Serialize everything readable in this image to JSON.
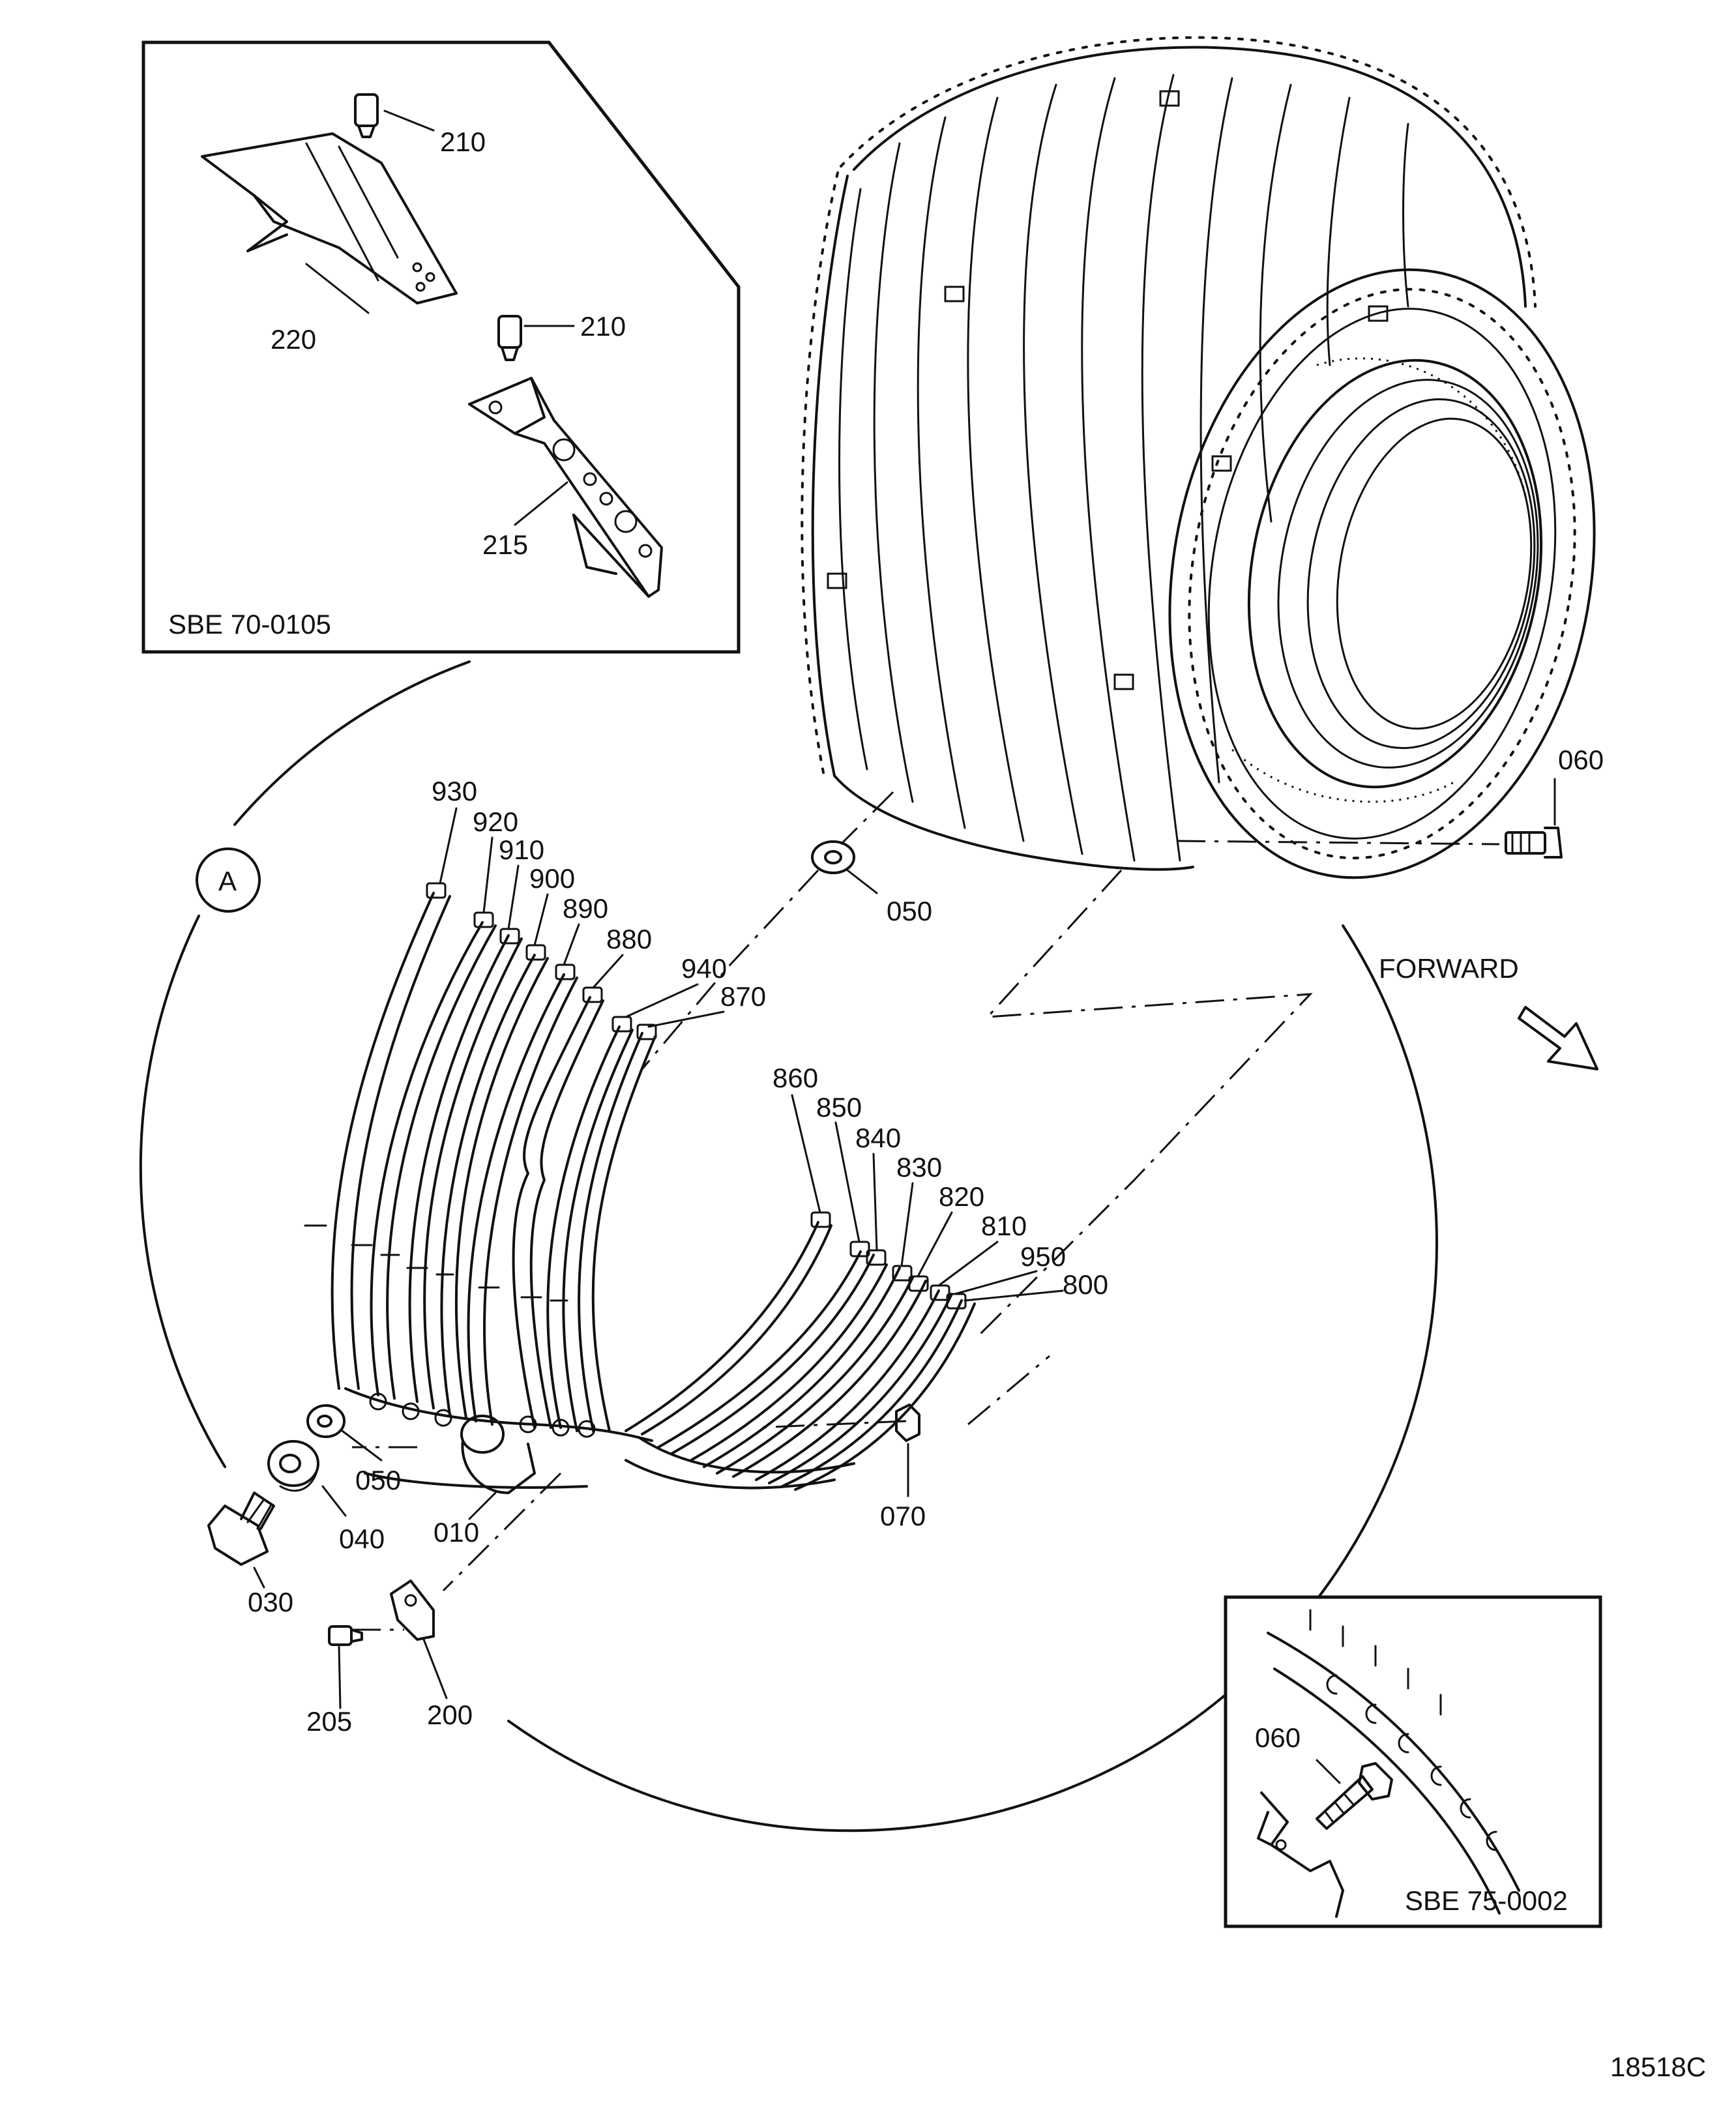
{
  "diagram": {
    "callout_letter": "A",
    "direction_label": "FORWARD",
    "figure_number": "18518C",
    "inset_top": {
      "caption": "SBE 70-0105",
      "part_labels": [
        "210",
        "220",
        "210",
        "215"
      ]
    },
    "inset_bottom": {
      "caption": "SBE 75-0002",
      "part_labels": [
        "060"
      ]
    },
    "main_part_labels": [
      "930",
      "920",
      "910",
      "900",
      "890",
      "880",
      "940",
      "870",
      "050",
      "060",
      "860",
      "850",
      "840",
      "830",
      "820",
      "810",
      "950",
      "800",
      "050",
      "040",
      "030",
      "010",
      "070",
      "205",
      "200"
    ]
  }
}
